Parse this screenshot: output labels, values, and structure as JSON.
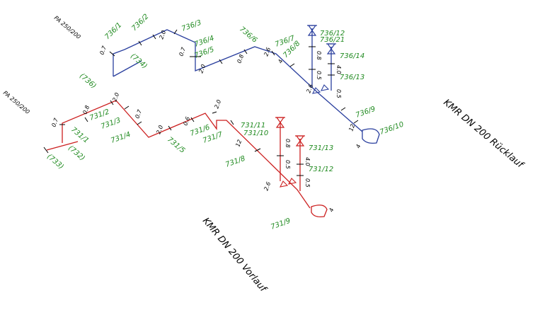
{
  "colors": {
    "return_line": "#2a3f9e",
    "supply_line": "#cc1f1f",
    "label": "#1f8a1f",
    "text": "#000000",
    "valve_blue": "#2a3f9e",
    "valve_red": "#cc1f1f"
  },
  "return_system": {
    "title": "KMR DN 200 Rücklauf",
    "pa_tag": "PA 250/200",
    "nodes": [
      "736/1",
      "736/2",
      "736/3",
      "736/4",
      "736/5",
      "736/6",
      "736/7",
      "736/8",
      "736/9",
      "736/10",
      "736/12",
      "736/21",
      "736/14",
      "736/13"
    ],
    "branches": [
      "(736)",
      "(734)"
    ],
    "dims": [
      "0.7",
      "2.0",
      "0.7",
      "2.0",
      "0.8",
      "2.6",
      "4",
      "0.8",
      "0.5",
      "2.6",
      "0.5",
      "4.0",
      "12",
      "4"
    ]
  },
  "supply_system": {
    "title": "KMR DN 200 Vorlauf",
    "pa_tag": "PA 250/200",
    "nodes": [
      "731/1",
      "731/2",
      "731/3",
      "731/4",
      "731/5",
      "731/6",
      "731/7",
      "731/8",
      "731/9",
      "731/10",
      "731/11",
      "731/12",
      "731/13"
    ],
    "branches": [
      "(733)",
      "(732)"
    ],
    "dims": [
      "0.7",
      "0.8",
      "2.0",
      "0.7",
      "2.0",
      "0.6",
      "2.0",
      "12",
      "0.8",
      "0.5",
      "2.6",
      "4.0",
      "0.5",
      "4"
    ]
  }
}
